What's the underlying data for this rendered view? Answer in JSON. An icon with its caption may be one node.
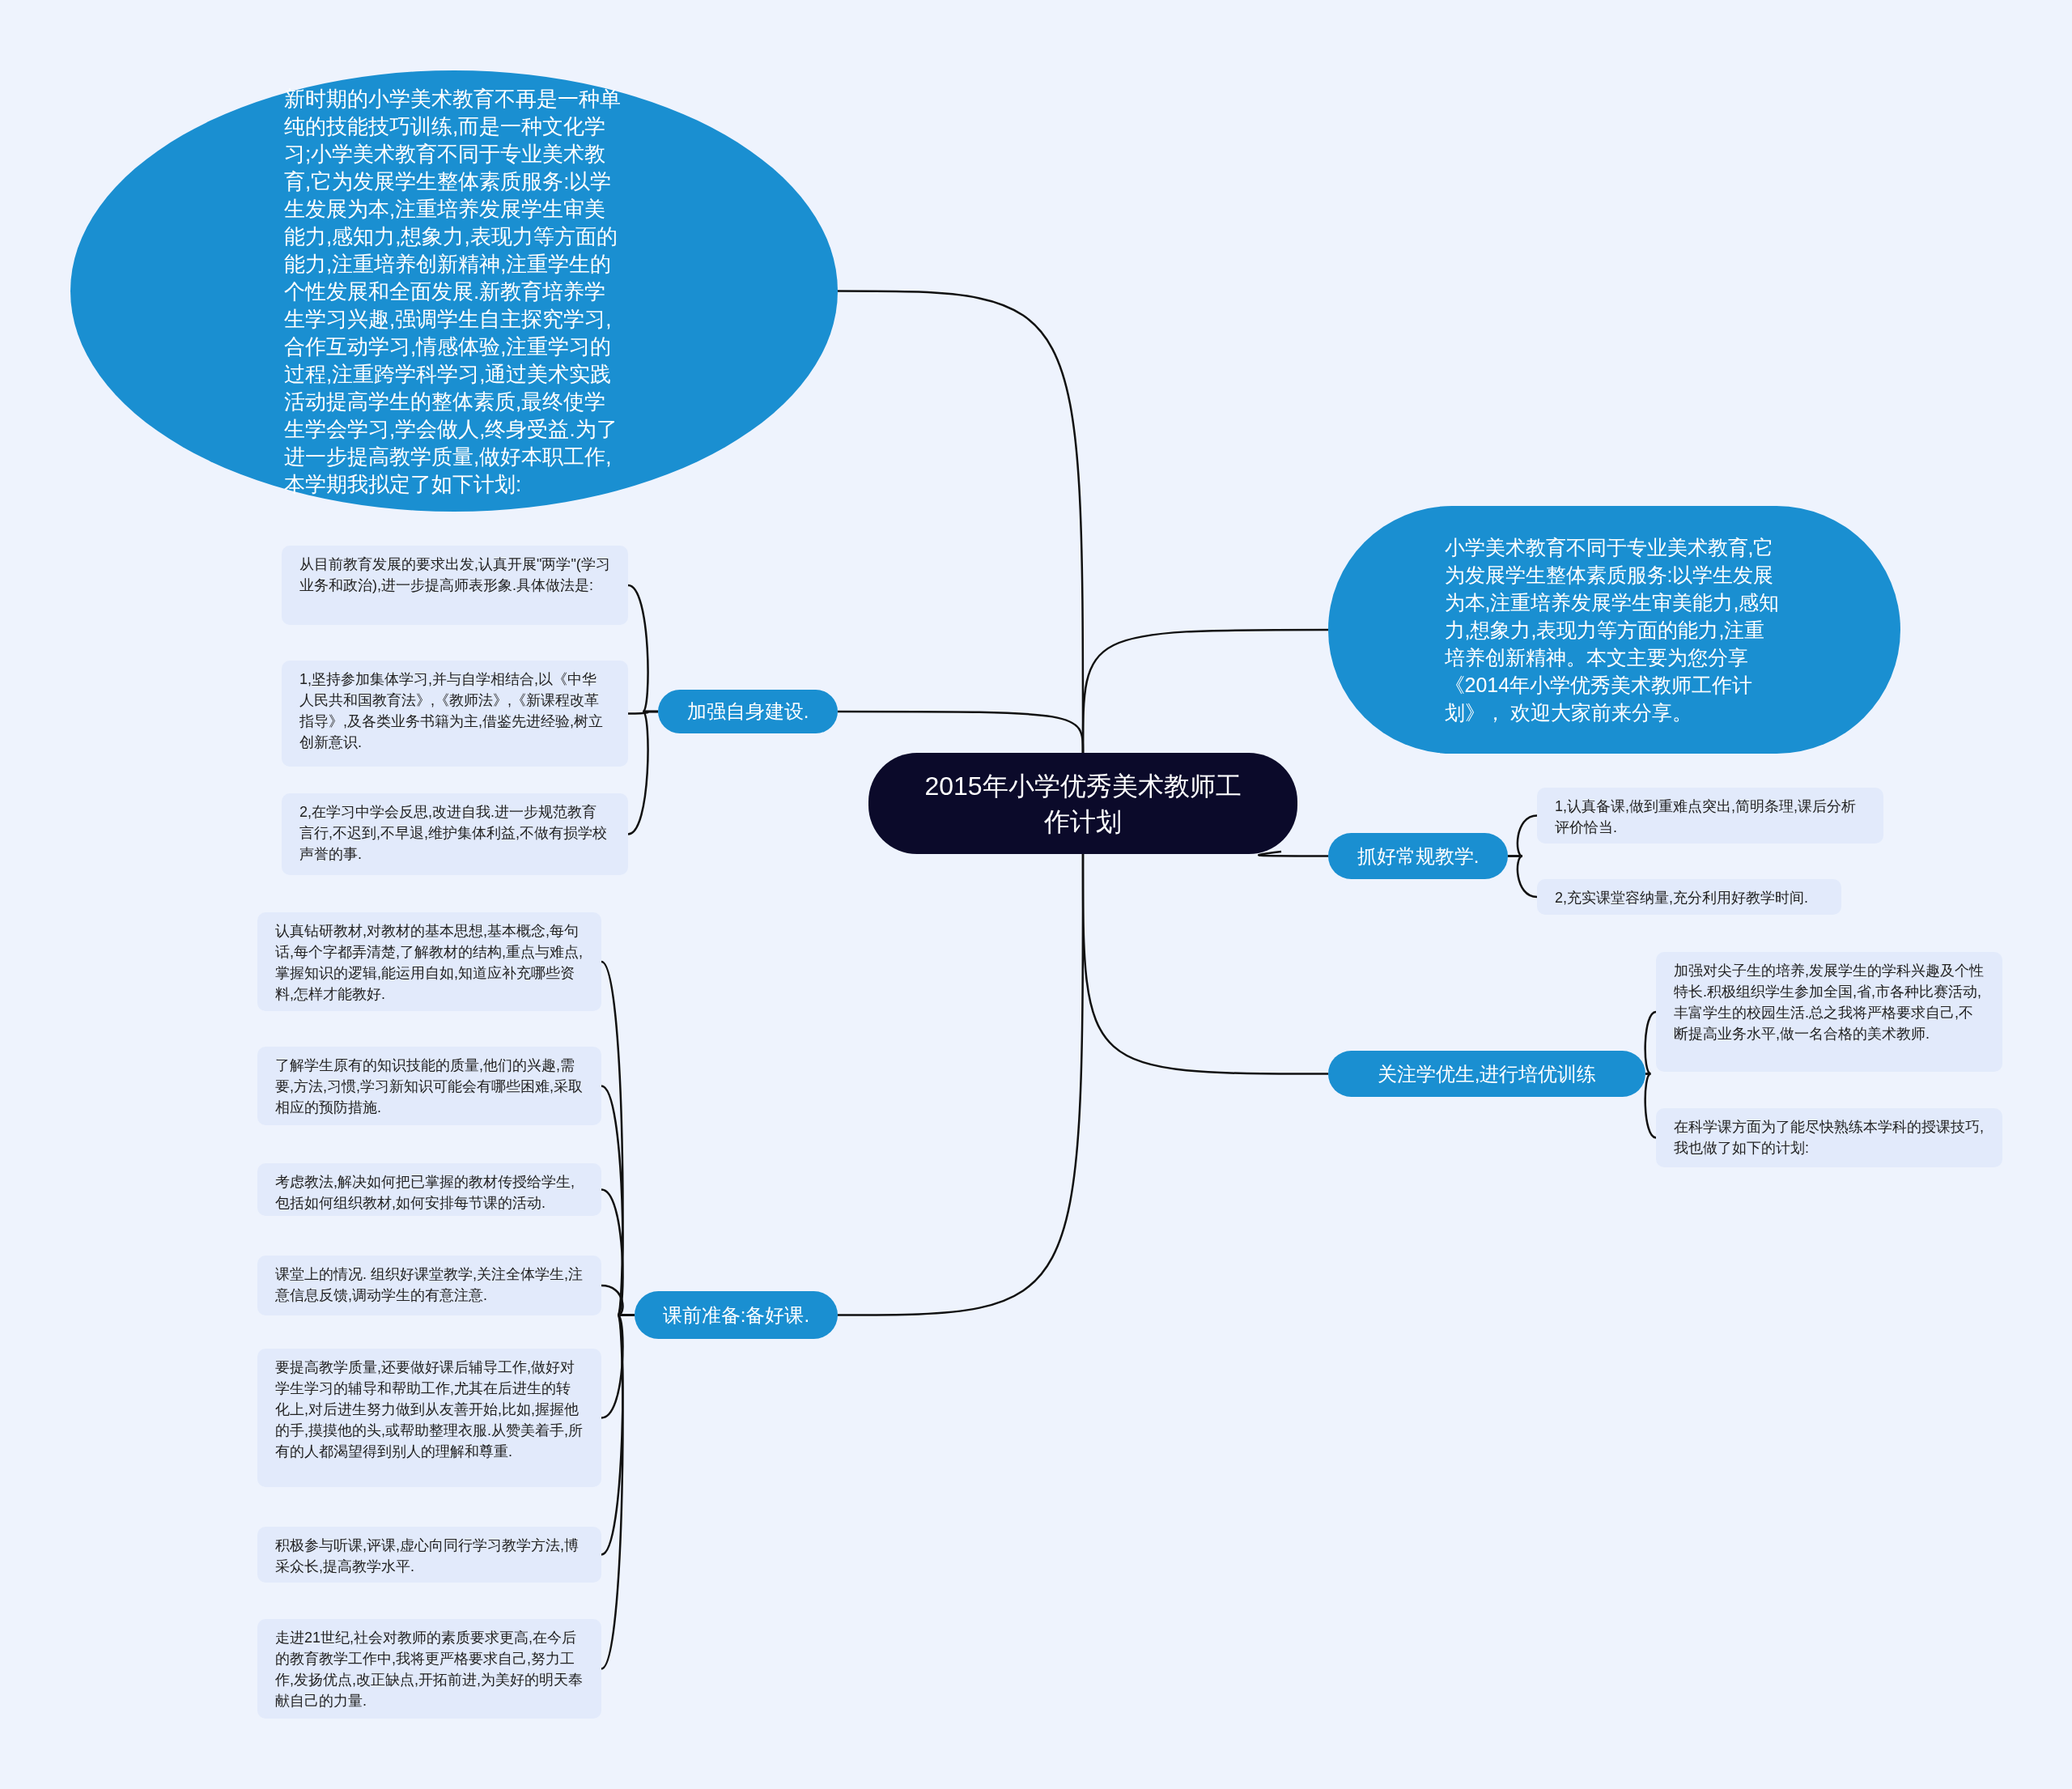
{
  "diagram": {
    "nodes": [
      {
        "text": [
          "2015年小学优秀美术教师工作计划"
        ]
      },
      {
        "text": [
          "新时期的小学美术教育不再是一种单纯的技能技巧训练,而是一种文化学习;小学美术教育不同于专业美术教育,它为发展学生整体素质服务:以学生发展为本,注重培养发展学生审美能力,感知力,想象力,表现力等方面的能力,注重培养创新精神,注重学生的个性发展和全面发展.新教育培养学生学习兴趣,强调学生自主探究学习,合作互动学习,情感体验,注重学习的过程,注重跨学科学习,通过美术实践活动提高学生的整体素质,最终使学生学会学习,学会做人,终身受益.为了进一步提高教学质量,做好本职工作,本学期我拟定了如下计划:"
        ]
      },
      {
        "text": [
          "加强自身建设."
        ]
      },
      {
        "text": [
          "从目前教育发展的要求出发,认真开展\"两学\"(学习业务和政治),进一步提高师表形象.具体做法是:"
        ]
      },
      {
        "text": [
          "1,坚持参加集体学习,并与自学相结合,以《中华人民共和国教育法》,《教师法》,《新课程改革指导》,及各类业务书籍为主,借鉴先进经验,树立创新意识."
        ]
      },
      {
        "text": [
          "2,在学习中学会反思,改进自我.进一步规范教育言行,不迟到,不早退,维护集体利益,不做有损学校声誉的事."
        ]
      },
      {
        "text": [
          "小学美术教育不同于专业美术教育,它为发展学生整体素质服务:以学生发展为本,注重培养发展学生审美能力,感知力,想象力,表现力等方面的能力,注重培养创新精神。本文主要为您分享《2014年小学优秀美术教师工作计划》， 欢迎大家前来分享。"
        ]
      },
      {
        "text": [
          "抓好常规教学."
        ]
      },
      {
        "text": [
          "1,认真备课,做到重难点突出,简明条理,课后分析评价恰当."
        ]
      },
      {
        "text": [
          "2,充实课堂容纳量,充分利用好教学时间."
        ]
      },
      {
        "text": [
          "关注学优生,进行培优训练"
        ]
      },
      {
        "text": [
          "加强对尖子生的培养,发展学生的学科兴趣及个性特长.积极组织学生参加全国,省,市各种比赛活动,丰富学生的校园生活.总之我将严格要求自己,不断提高业务水平,做一名合格的美术教师."
        ]
      },
      {
        "text": [
          "在科学课方面为了能尽快熟练本学科的授课技巧,我也做了如下的计划:"
        ]
      },
      {
        "text": [
          "课前准备:备好课."
        ]
      },
      {
        "text": [
          "认真钻研教材,对教材的基本思想,基本概念,每句话,每个字都弄清楚,了解教材的结构,重点与难点,掌握知识的逻辑,能运用自如,知道应补充哪些资料,怎样才能教好."
        ]
      },
      {
        "text": [
          "了解学生原有的知识技能的质量,他们的兴趣,需要,方法,习惯,学习新知识可能会有哪些困难,采取相应的预防措施."
        ]
      },
      {
        "text": [
          "考虑教法,解决如何把已掌握的教材传授给学生,包括如何组织教材,如何安排每节课的活动."
        ]
      },
      {
        "text": [
          "课堂上的情况. 组织好课堂教学,关注全体学生,注意信息反馈,调动学生的有意注意."
        ]
      },
      {
        "text": [
          "要提高教学质量,还要做好课后辅导工作,做好对学生学习的辅导和帮助工作,尤其在后进生的转化上,对后进生努力做到从友善开始,比如,握握他的手,摸摸他的头,或帮助整理衣服.从赞美着手,所有的人都渴望得到别人的理解和尊重."
        ]
      },
      {
        "text": [
          "积极参与听课,评课,虚心向同行学习教学方法,博采众长,提高教学水平."
        ]
      },
      {
        "text": [
          "走进21世纪,社会对教师的素质要求更高,在今后的教育教学工作中,我将更严格要求自己,努力工作,发扬优点,改正缺点,开拓前进,为美好的明天奉献自己的力量."
        ]
      }
    ],
    "edges": [
      {
        "from": 0,
        "to": 1,
        "arrow": "none"
      },
      {
        "from": 0,
        "to": 2,
        "arrow": "none"
      },
      {
        "from": 2,
        "to": 3,
        "arrow": "none"
      },
      {
        "from": 2,
        "to": 4,
        "arrow": "none"
      },
      {
        "from": 2,
        "to": 5,
        "arrow": "none"
      },
      {
        "from": 0,
        "to": 6,
        "arrow": "none"
      },
      {
        "from": 0,
        "to": 7,
        "arrow": "none"
      },
      {
        "from": 7,
        "to": 8,
        "arrow": "none"
      },
      {
        "from": 7,
        "to": 9,
        "arrow": "none"
      },
      {
        "from": 0,
        "to": 10,
        "arrow": "none"
      },
      {
        "from": 10,
        "to": 11,
        "arrow": "none"
      },
      {
        "from": 10,
        "to": 12,
        "arrow": "none"
      },
      {
        "from": 0,
        "to": 13,
        "arrow": "none"
      },
      {
        "from": 13,
        "to": 14,
        "arrow": "none"
      },
      {
        "from": 13,
        "to": 15,
        "arrow": "none"
      },
      {
        "from": 13,
        "to": 16,
        "arrow": "none"
      },
      {
        "from": 13,
        "to": 17,
        "arrow": "none"
      },
      {
        "from": 13,
        "to": 18,
        "arrow": "none"
      },
      {
        "from": 13,
        "to": 19,
        "arrow": "none"
      },
      {
        "from": 13,
        "to": 20,
        "arrow": "none"
      }
    ]
  }
}
